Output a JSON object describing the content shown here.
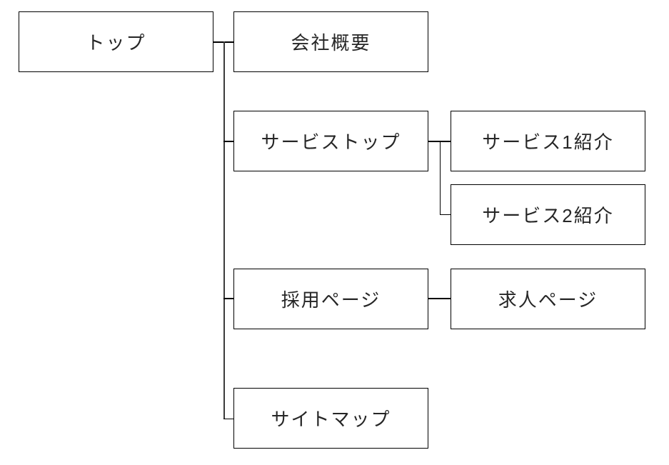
{
  "diagram": {
    "type": "sitemap-tree",
    "nodes": {
      "top": {
        "label": "トップ"
      },
      "company": {
        "label": "会社概要"
      },
      "service_top": {
        "label": "サービストップ"
      },
      "service1": {
        "label": "サービス1紹介"
      },
      "service2": {
        "label": "サービス2紹介"
      },
      "recruit": {
        "label": "採用ページ"
      },
      "jobs": {
        "label": "求人ページ"
      },
      "sitemap": {
        "label": "サイトマップ"
      }
    },
    "edges": [
      {
        "from": "トップ",
        "to": "会社概要"
      },
      {
        "from": "トップ",
        "to": "サービストップ"
      },
      {
        "from": "トップ",
        "to": "採用ページ"
      },
      {
        "from": "トップ",
        "to": "サイトマップ"
      },
      {
        "from": "サービストップ",
        "to": "サービス1紹介"
      },
      {
        "from": "サービストップ",
        "to": "サービス2紹介"
      },
      {
        "from": "採用ページ",
        "to": "求人ページ"
      }
    ],
    "colors": {
      "background": "#ffffff",
      "node_fill": "#ffffff",
      "node_border": "#000000",
      "connector": "#000000",
      "trunk_connector": "#3a3a3a",
      "text": "#262626"
    }
  }
}
